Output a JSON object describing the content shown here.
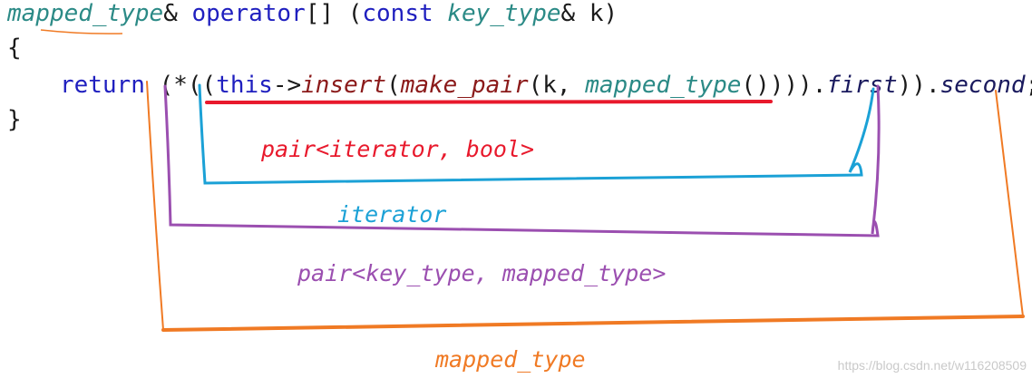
{
  "code": {
    "signature": [
      {
        "text": "mapped_type",
        "color": "#2b8a86",
        "italic": true
      },
      {
        "text": "& ",
        "color": "#1a1a1a",
        "italic": false
      },
      {
        "text": "operator",
        "color": "#1f1fbf",
        "italic": false
      },
      {
        "text": "[] (",
        "color": "#1a1a1a",
        "italic": false
      },
      {
        "text": "const",
        "color": "#1f1fbf",
        "italic": false
      },
      {
        "text": " ",
        "color": "#1a1a1a",
        "italic": false
      },
      {
        "text": "key_type",
        "color": "#2b8a86",
        "italic": true
      },
      {
        "text": "& k)",
        "color": "#1a1a1a",
        "italic": false
      }
    ],
    "open_brace": "{",
    "return_line": [
      {
        "text": "return",
        "color": "#1f1fbf",
        "italic": false
      },
      {
        "text": " (*((",
        "color": "#1a1a1a",
        "italic": false
      },
      {
        "text": "this",
        "color": "#1f1fbf",
        "italic": false
      },
      {
        "text": "->",
        "color": "#1a1a1a",
        "italic": false
      },
      {
        "text": "insert",
        "color": "#8b1a1a",
        "italic": true
      },
      {
        "text": "(",
        "color": "#1a1a1a",
        "italic": false
      },
      {
        "text": "make_pair",
        "color": "#8b1a1a",
        "italic": true
      },
      {
        "text": "(k, ",
        "color": "#1a1a1a",
        "italic": false
      },
      {
        "text": "mapped_type",
        "color": "#2b8a86",
        "italic": true
      },
      {
        "text": "())))",
        "color": "#1a1a1a",
        "italic": false
      },
      {
        "text": ".",
        "color": "#1a1a1a",
        "italic": false
      },
      {
        "text": "first",
        "color": "#1a1a5e",
        "italic": true
      },
      {
        "text": ")).",
        "color": "#1a1a1a",
        "italic": false
      },
      {
        "text": "second",
        "color": "#1a1a5e",
        "italic": true
      },
      {
        "text": ";",
        "color": "#1a1a1a",
        "italic": false
      }
    ],
    "close_brace": "}"
  },
  "annotations": {
    "insert_result": {
      "text": "pair<iterator, bool>",
      "color": "#e8192c"
    },
    "first_result": {
      "text": "iterator",
      "color": "#1ba1d6"
    },
    "deref_result": {
      "text": "pair<key_type, mapped_type>",
      "color": "#9b4fb0"
    },
    "second_result": {
      "text": "mapped_type",
      "color": "#f07a24"
    }
  },
  "watermark": "https://blog.csdn.net/w116208509",
  "colors": {
    "red": "#e8192c",
    "blue": "#1ba1d6",
    "purple": "#9b4fb0",
    "orange": "#f07a24"
  }
}
